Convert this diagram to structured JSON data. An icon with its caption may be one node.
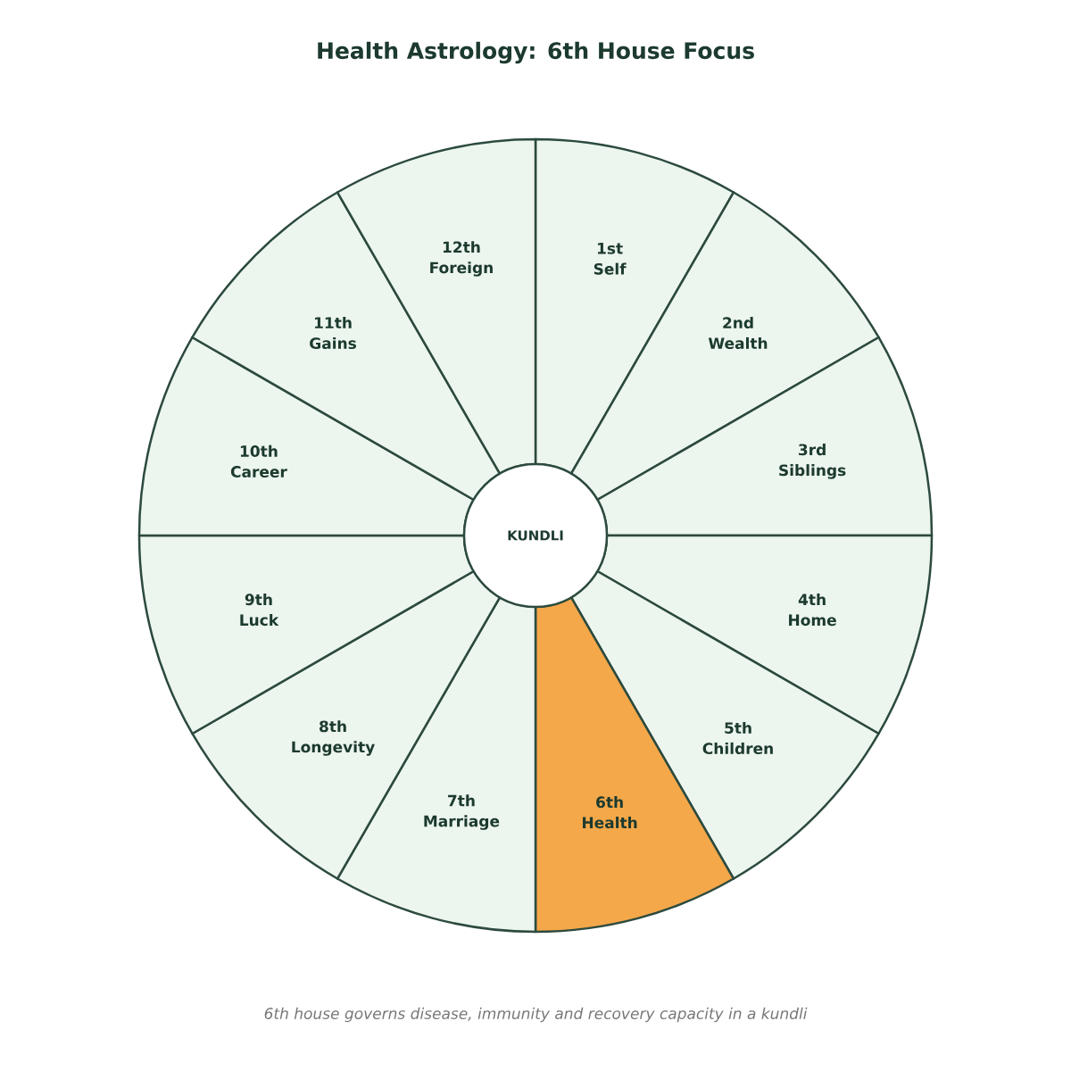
{
  "diagram": {
    "title": "Health Astrology: 6th House Focus",
    "caption": "6th house governs disease, immunity and recovery capacity in a kundli",
    "nodes": [
      {
        "text": [
          "1st",
          "Self"
        ]
      },
      {
        "text": [
          "2nd",
          "Wealth"
        ]
      },
      {
        "text": [
          "3rd",
          "Siblings"
        ]
      },
      {
        "text": [
          "4th",
          "Home"
        ]
      },
      {
        "text": [
          "5th",
          "Children"
        ]
      },
      {
        "text": [
          "6th",
          "Health"
        ]
      },
      {
        "text": [
          "7th",
          "Marriage"
        ]
      },
      {
        "text": [
          "8th",
          "Longevity"
        ]
      },
      {
        "text": [
          "9th",
          "Luck"
        ]
      },
      {
        "text": [
          "10th",
          "Career"
        ]
      },
      {
        "text": [
          "11th",
          "Gains"
        ]
      },
      {
        "text": [
          "12th",
          "Foreign"
        ]
      },
      {
        "text": [
          "KUNDLI"
        ]
      }
    ]
  }
}
